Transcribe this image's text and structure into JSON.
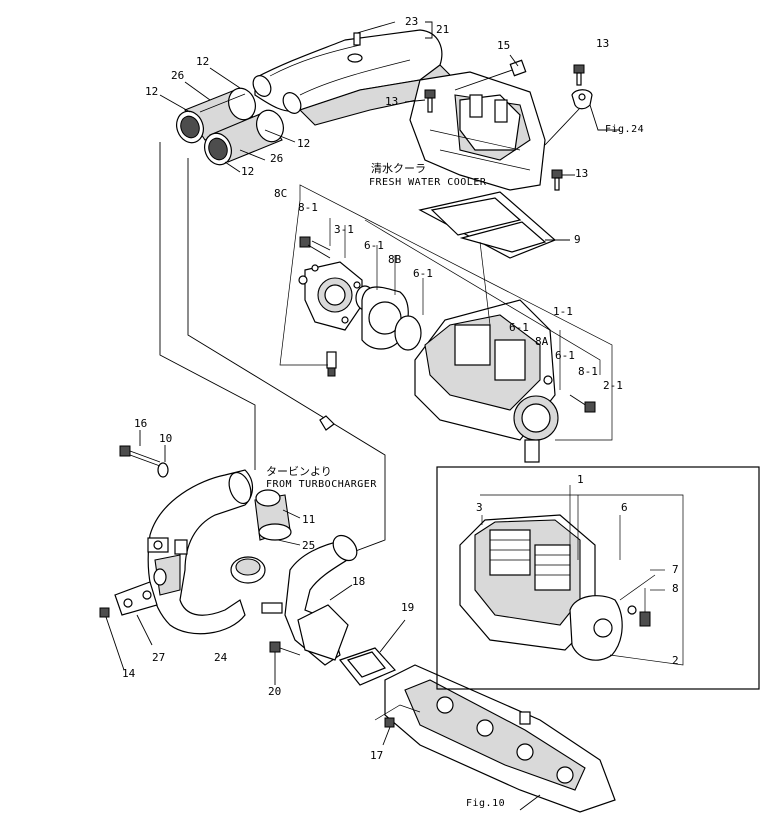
{
  "callouts": {
    "c23": "23",
    "c21": "21",
    "c15": "15",
    "c13a": "13",
    "c13b": "13",
    "c13c": "13",
    "c12a": "12",
    "c12b": "12",
    "c12c": "12",
    "c12d": "12",
    "c26a": "26",
    "c26b": "26",
    "fig24": "Fig.24",
    "c8c": "8C",
    "c8_1a": "8-1",
    "c3_1": "3-1",
    "c6_1a": "6-1",
    "c8b": "8B",
    "c6_1b": "6-1",
    "c9": "9",
    "c1_1": "1-1",
    "c6_1c": "6-1",
    "c8a": "8A",
    "c6_1d": "6-1",
    "c8_1b": "8-1",
    "c2_1": "2-1",
    "c16": "16",
    "c10": "10",
    "c11": "11",
    "c25": "25",
    "c18": "18",
    "c19": "19",
    "c14": "14",
    "c27": "27",
    "c24": "24",
    "c20": "20",
    "c17": "17",
    "fig10": "Fig.10",
    "i1": "1",
    "i3": "3",
    "i6": "6",
    "i7": "7",
    "i8": "8",
    "i2": "2"
  },
  "captions": {
    "fresh_water_cooler_jp": "清水クーラ",
    "fresh_water_cooler_en": "FRESH WATER COOLER",
    "from_turbocharger_jp": "タービンより",
    "from_turbocharger_en": "FROM TURBOCHARGER"
  },
  "colors": {
    "line": "#000000",
    "shade": "#d9d9d9",
    "background": "#ffffff"
  }
}
